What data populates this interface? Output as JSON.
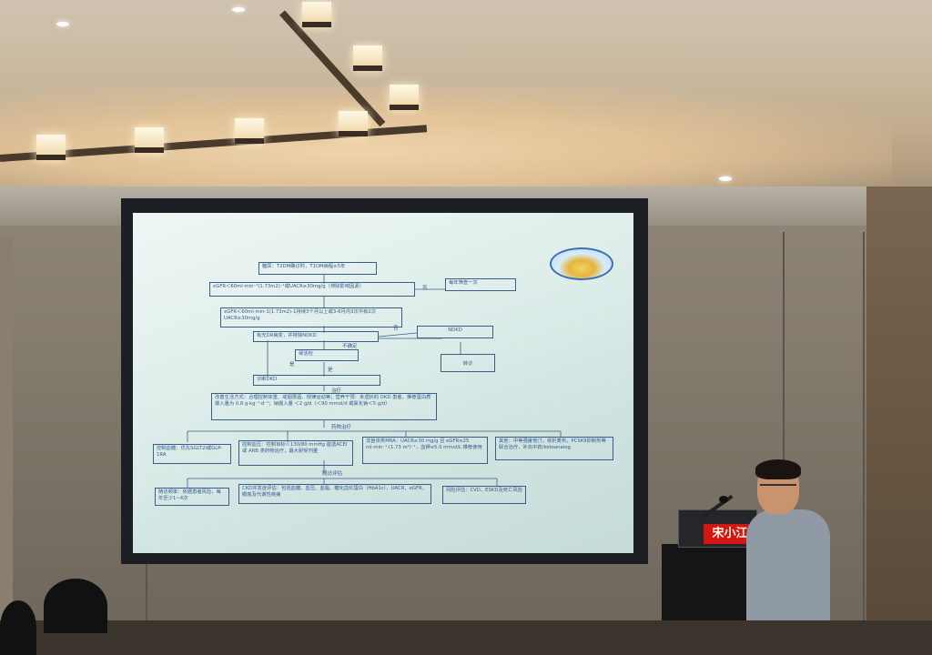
{
  "slide": {
    "start": "糖尿：T2DM确诊时，T1DM病程≥5年",
    "screen_check": "eGFR＜60ml·min⁻¹(1.73m2)⁻¹或UACR≥30mg/g（排除影响因素）",
    "screen_no": "否",
    "annual": "每年筛查一次",
    "confirm": "eGFR＜60ml·min-1(1.73m2)-1持续3个月以上或3-6月内3次中有2次UACR≥30mg/g",
    "dr_check": "有无DR病变，并排除NDKD",
    "no_label": "否",
    "uncertain": "不确定",
    "biopsy": "肾活检",
    "ndkd": "NDKD",
    "transfer": "转诊",
    "yes_label": "是",
    "yes_label2": "是",
    "dx": "诊断DKD",
    "treat_label": "治疗",
    "lifestyle": "改善生活方式：合理控制体重、戒烟限酒、规律运动等；营养干预：未透析的 DKD 患者，推荐蛋白质摄入量为 0.8 g·kg⁻¹·d⁻¹；钠摄入量 ＜2 g/d（＜90 mmol/d 或氯化钠＜5 g/d）",
    "drug_label": "药物治疗",
    "glucose": "控制血糖：优先SGLT2i或GLP-1RA",
    "bp": "控制血压：控制目标＜130/80 mmHg 首选ACEI 或 ARB 类药物治疗，最大耐受剂量",
    "ns_mra": "非甾体类MRA：UACR≥30 mg/g 且 eGFR≥25 ml·min⁻¹·(1.73 m²)⁻¹，血钾≤5.0 mmol/L 推荐使用",
    "other": "其他：中等强度他汀，依折麦布，PCSK9抑制剂等联合治疗，补充中药/ketoanalog",
    "follow_label": "随访评估",
    "f1": "随访频率：依据患者风险，每年至少1~4次",
    "f2": "CKD并发症评估：包括血糖、血压、血脂、糖化血红蛋白（HbA1c）、UACR、eGFR、眼底及代谢性疾病",
    "f3": "风险评估：CVD、ESKD及死亡风险"
  },
  "nameplate": "宋小江",
  "colors": {
    "slide_text": "#355a8c",
    "nameplate_bg": "#d51414",
    "screen_bg": "#dfeeeb"
  }
}
